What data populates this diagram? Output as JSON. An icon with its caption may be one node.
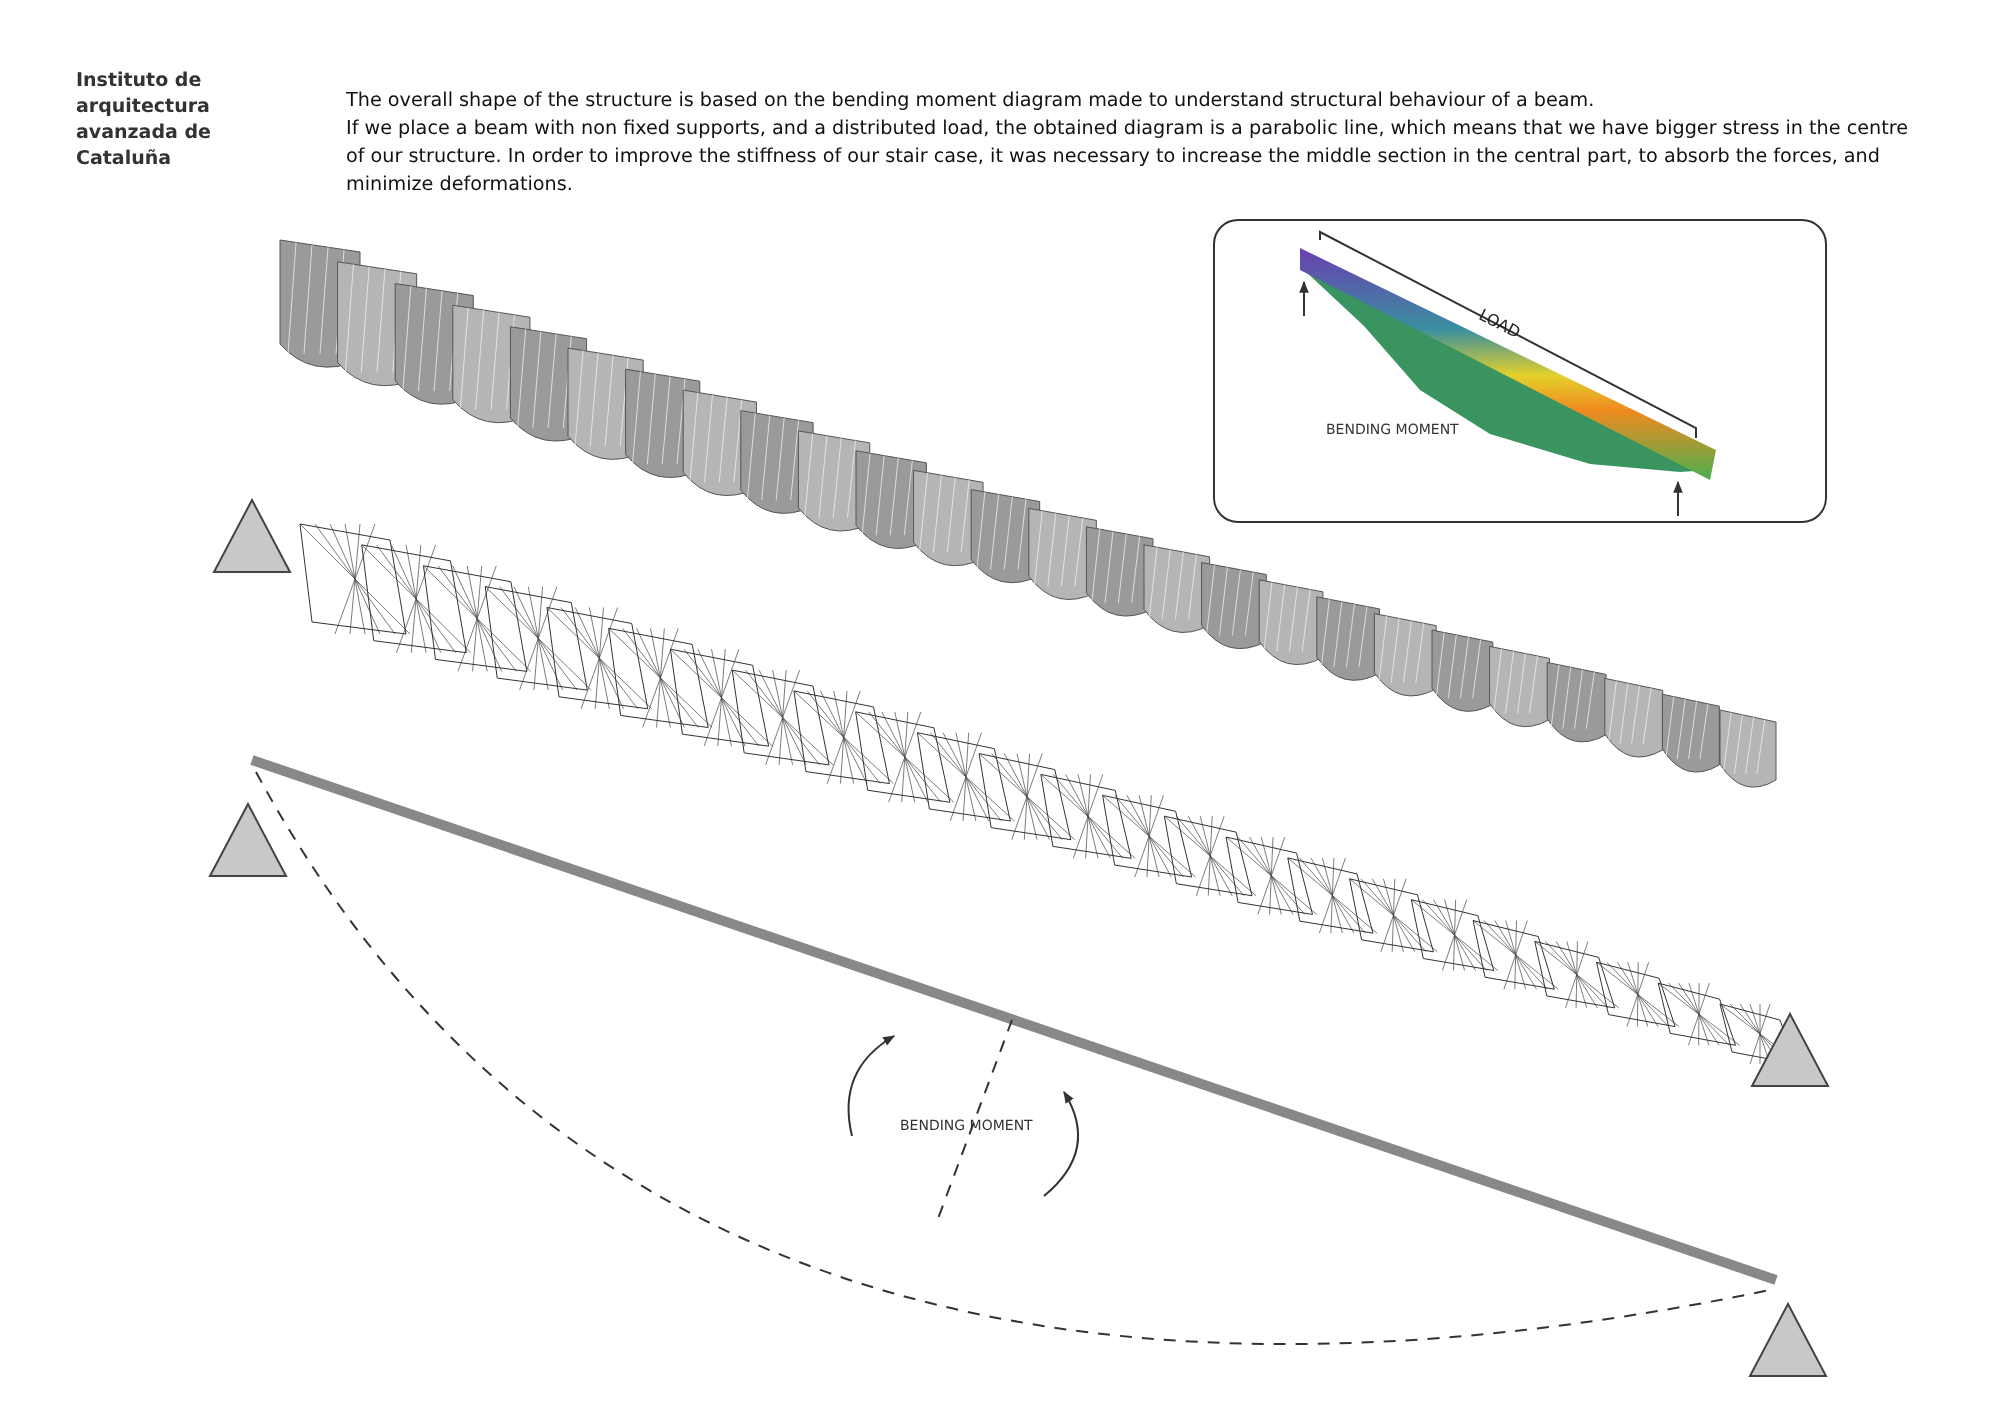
{
  "diagram": {
    "labels": [
      "Instituto de arquitectura avanzada de Cataluña",
      "The overall shape of the structure is based on the bending moment diagram made to understand structural behaviour of a beam.",
      "If we place a beam with non fixed supports, and a distributed load, the obtained diagram is a parabolic line, which means that we have bigger stress in the centre of our structure. In order to improve the stiffness of our stair case, it was necessary to increase the middle section in the central part, to absorb the forces, and minimize deformations.",
      "LOAD",
      "BENDING MOMENT",
      "BENDING MOMENT"
    ]
  }
}
